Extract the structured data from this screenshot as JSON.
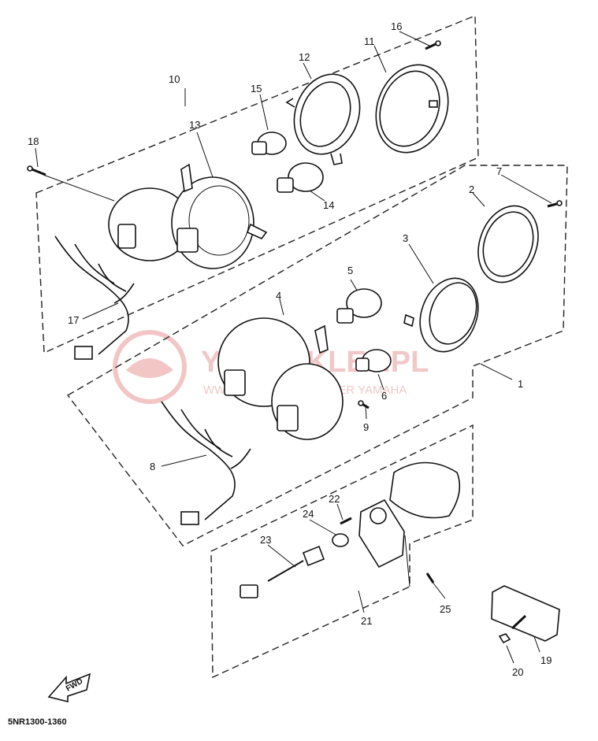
{
  "watermark": {
    "line1": "YAMASKLEP.PL",
    "line2": "WWW.OFICJALNY DEALER YAMAHA"
  },
  "diagram_code": "5NR1300-1360",
  "fwd_label": "FWD",
  "callouts": {
    "c1": "1",
    "c2": "2",
    "c3": "3",
    "c4": "4",
    "c5": "5",
    "c6": "6",
    "c7": "7",
    "c8": "8",
    "c9": "9",
    "c10": "10",
    "c11": "11",
    "c12": "12",
    "c13": "13",
    "c14": "14",
    "c15": "15",
    "c16": "16",
    "c17": "17",
    "c18": "18",
    "c19": "19",
    "c20": "20",
    "c21": "21",
    "c22": "22",
    "c23": "23",
    "c24": "24",
    "c25": "25"
  }
}
